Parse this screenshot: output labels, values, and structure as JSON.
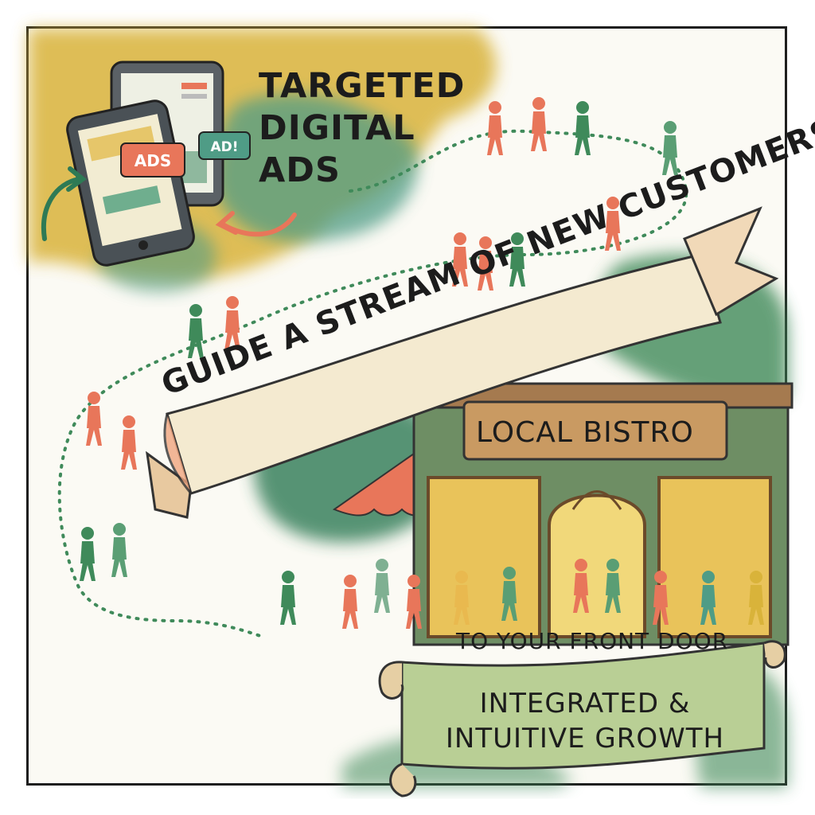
{
  "headline": {
    "line1": "Targeted",
    "line2": "Digital",
    "line3": "Ads"
  },
  "ad_bubbles": {
    "ads": "ADS",
    "ad": "AD!"
  },
  "banner": {
    "text": "Guide a Stream of New Customers"
  },
  "bistro_sign": {
    "text": "Local Bistro"
  },
  "tagline": {
    "text": "To Your Front Door"
  },
  "scroll": {
    "line1": "Integrated &",
    "line2": "Intuitive Growth"
  },
  "palette": {
    "green": "#3f8a5a",
    "coral": "#e8765a",
    "mustard": "#d9b33a",
    "teal": "#4f9c86",
    "cream": "#f4ead0",
    "wood": "#a57a4f"
  },
  "icons": [
    "smartphone-icon",
    "tablet-icon",
    "curved-arrow-icon",
    "person-figure-icon",
    "ribbon-banner",
    "storefront",
    "scroll-banner"
  ]
}
